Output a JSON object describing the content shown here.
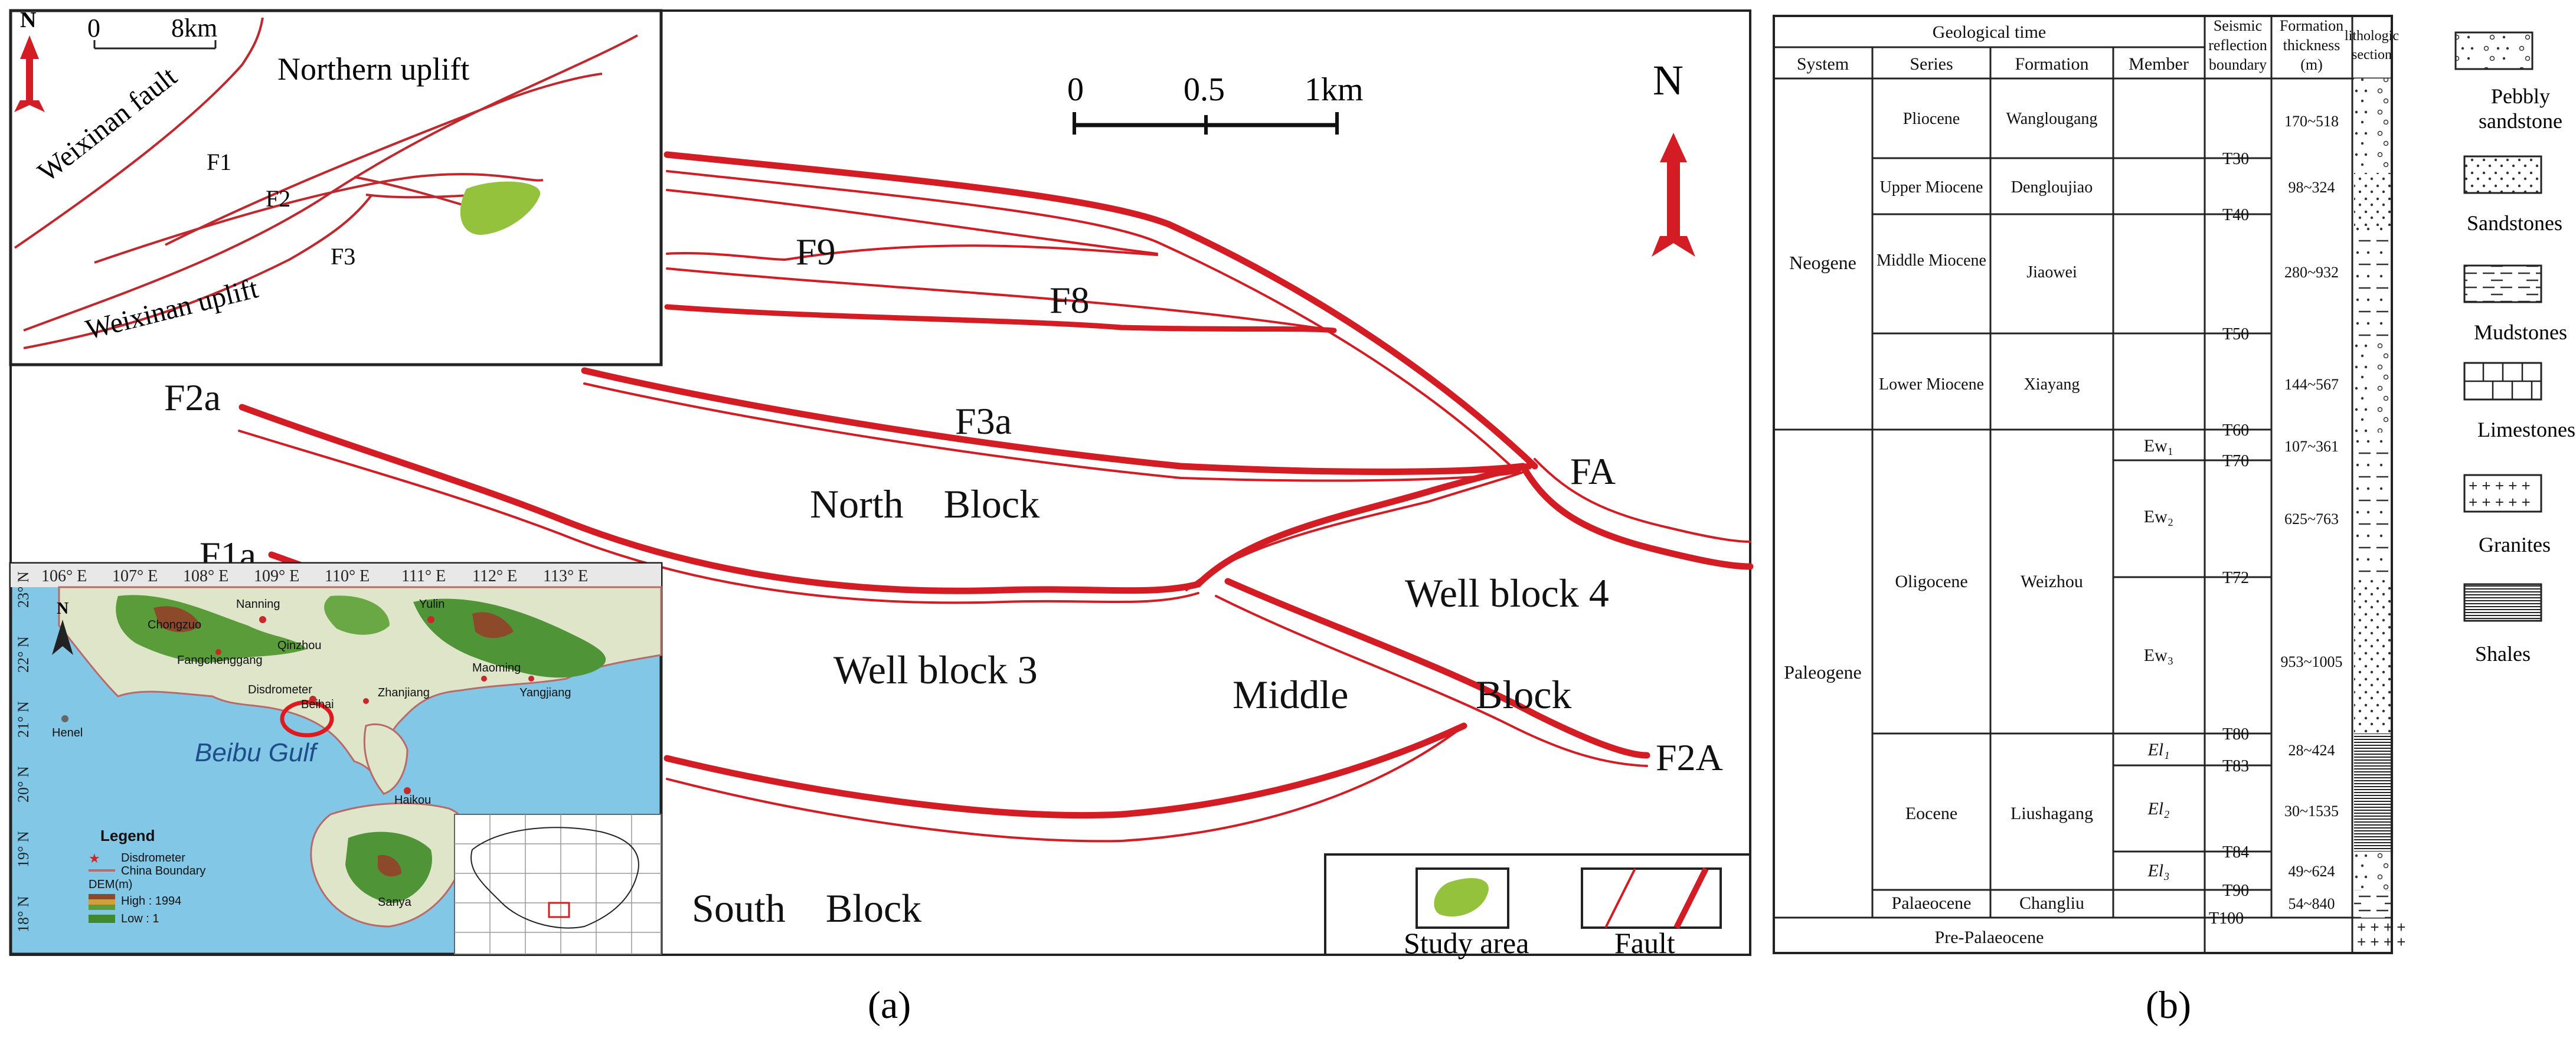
{
  "panel_a": {
    "caption": "(a)",
    "north_label": "N",
    "scale_bar": {
      "ticks": [
        "0",
        "0.5",
        "1km"
      ]
    },
    "inset_regional": {
      "scale_ticks": [
        "0",
        "8km"
      ],
      "north_label": "N",
      "labels": {
        "northern_uplift": "Northern uplift",
        "weixinan_fault": "Weixinan fault",
        "weixinan_uplift": "Weixinan uplift",
        "f1": "F1",
        "f2": "F2",
        "f3": "F3"
      }
    },
    "faults": {
      "f9": "F9",
      "f8": "F8",
      "f3a": "F3a",
      "f2a_lower": "F2a",
      "f1a_partial": "F1a",
      "fa": "FA",
      "f2a_upper": "F2A"
    },
    "blocks": {
      "north": "North    Block",
      "well3": "Well block 3",
      "well4": "Well block 4",
      "middle": "Middle",
      "middle_block": "Block",
      "south": "South    Block"
    },
    "legend": {
      "study_area": "Study area",
      "fault": "Fault"
    },
    "inset_location": {
      "lon_labels": [
        "106° E",
        "107° E",
        "108° E",
        "109° E",
        "110° E",
        "111° E",
        "112° E",
        "113° E"
      ],
      "lat_labels": [
        "23° N",
        "22° N",
        "21° N",
        "20° N",
        "19° N",
        "18° N"
      ],
      "places": {
        "nanning": "Nanning",
        "yulin": "Yulin",
        "chongzuo": "Chongzuo",
        "qinzhou": "Qinzhou",
        "fangchenggang": "Fangchenggang",
        "maoming": "Maoming",
        "yangjiang": "Yangjiang",
        "disdrometer": "Disdrometer",
        "beihai": "Beihai",
        "zhanjiang": "Zhanjiang",
        "henel": "Henel",
        "haikou": "Haikou",
        "sanya": "Sanya"
      },
      "sea_label": "Beibu Gulf",
      "legend_title": "Legend",
      "legend_items": [
        "Disdrometer",
        "China Boundary",
        "DEM(m)",
        "High : 1994",
        "Low : 1"
      ]
    }
  },
  "panel_b": {
    "caption": "(b)",
    "headers": {
      "geological_time": "Geological time",
      "system": "System",
      "series": "Series",
      "formation": "Formation",
      "member": "Member",
      "seismic": [
        "Seismic",
        "reflection",
        "boundary"
      ],
      "thickness": [
        "Formation",
        "thickness",
        "(m)"
      ],
      "lithologic": [
        "lithologic",
        "section"
      ]
    },
    "systems": {
      "neogene": "Neogene",
      "paleogene": "Paleogene"
    },
    "rows": [
      {
        "series": "Pliocene",
        "formation": "Wanglougang",
        "thickness": "170~518",
        "boundary": "T30"
      },
      {
        "series": "Upper Miocene",
        "formation": "Dengloujiao",
        "thickness": "98~324",
        "boundary": "T40"
      },
      {
        "series": "Middle Miocene",
        "formation": "Jiaowei",
        "thickness": "280~932",
        "boundary": "T50"
      },
      {
        "series": "Lower Miocene",
        "formation": "Xiayang",
        "thickness": "144~567",
        "boundary": "T60"
      }
    ],
    "oligocene": {
      "series": "Oligocene",
      "formation": "Weizhou",
      "members": [
        "Ew₁",
        "Ew₂",
        "Ew₃"
      ],
      "thickness": [
        "107~361",
        "625~763",
        "953~1005"
      ],
      "boundaries": [
        "T70",
        "T72",
        "T80"
      ]
    },
    "eocene": {
      "series": "Eocene",
      "formation": "Liushagang",
      "members": [
        "El₁",
        "El₂",
        "El₃"
      ],
      "thickness": [
        "28~424",
        "30~1535",
        "49~624"
      ],
      "boundaries": [
        "T83",
        "T84",
        "T90"
      ]
    },
    "palaeocene": {
      "series": "Palaeocene",
      "formation": "Changliu",
      "thickness": "54~840",
      "boundary": "T100"
    },
    "pre": "Pre-Palaeocene",
    "legend": [
      "Pebbly",
      "sandstone",
      "Sandstones",
      "Mudstones",
      "Limestones",
      "Granites",
      "Shales"
    ]
  }
}
